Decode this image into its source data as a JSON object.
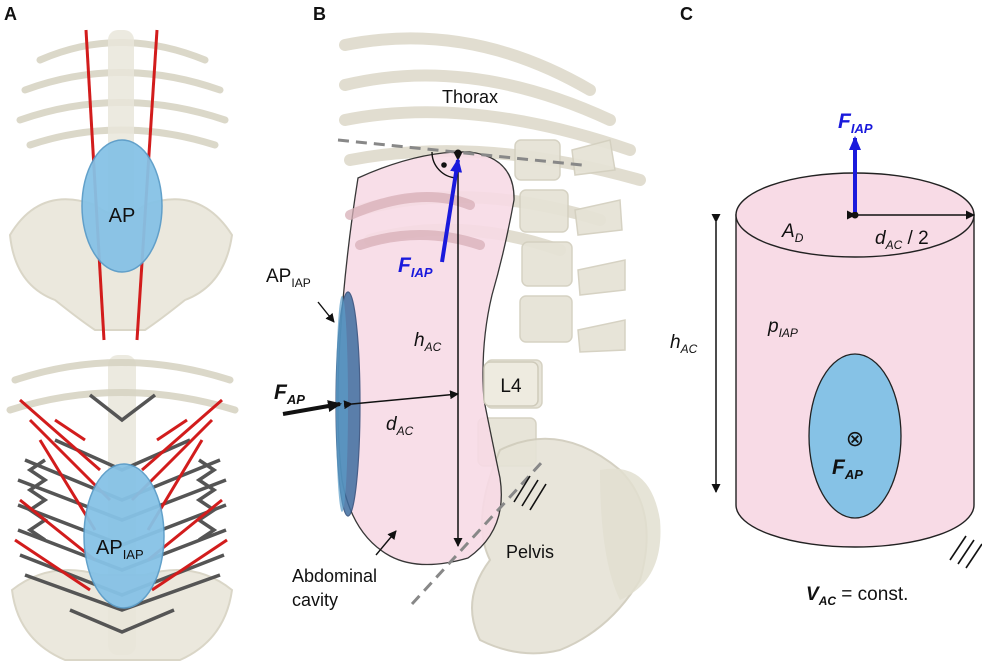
{
  "panels": {
    "a": "A",
    "b": "B",
    "c": "C"
  },
  "panel_a": {
    "top_label": "AP",
    "bottom_label_main": "AP",
    "bottom_label_sub": "IAP"
  },
  "panel_b": {
    "thorax": "Thorax",
    "f_iap_main": "F",
    "f_iap_sub": "IAP",
    "ap_iap_main": "AP",
    "ap_iap_sub": "IAP",
    "h_main": "h",
    "h_sub": "AC",
    "l4": "L4",
    "f_ap_main": "F",
    "f_ap_sub": "AP",
    "d_main": "d",
    "d_sub": "AC",
    "pelvis": "Pelvis",
    "abdominal_line1": "Abdominal",
    "abdominal_line2": "cavity"
  },
  "panel_c": {
    "f_iap_main": "F",
    "f_iap_sub": "IAP",
    "a_main": "A",
    "a_sub": "D",
    "d_main": "d",
    "d_sub": "AC",
    "d_suffix": " / 2",
    "h_main": "h",
    "h_sub": "AC",
    "p_main": "p",
    "p_sub": "IAP",
    "out_symbol": "⊗",
    "f_ap_main": "F",
    "f_ap_sub": "AP",
    "v_main": "V",
    "v_sub": "AC",
    "v_suffix": " = const."
  },
  "colors": {
    "blue_arrow": "#1a1adc",
    "pink_fill": "#f8dbe6",
    "ap_blue": "#86c2e6",
    "red_muscle": "#d21c1c",
    "bone": "#e6e3d6",
    "dark_band": "#555555"
  }
}
